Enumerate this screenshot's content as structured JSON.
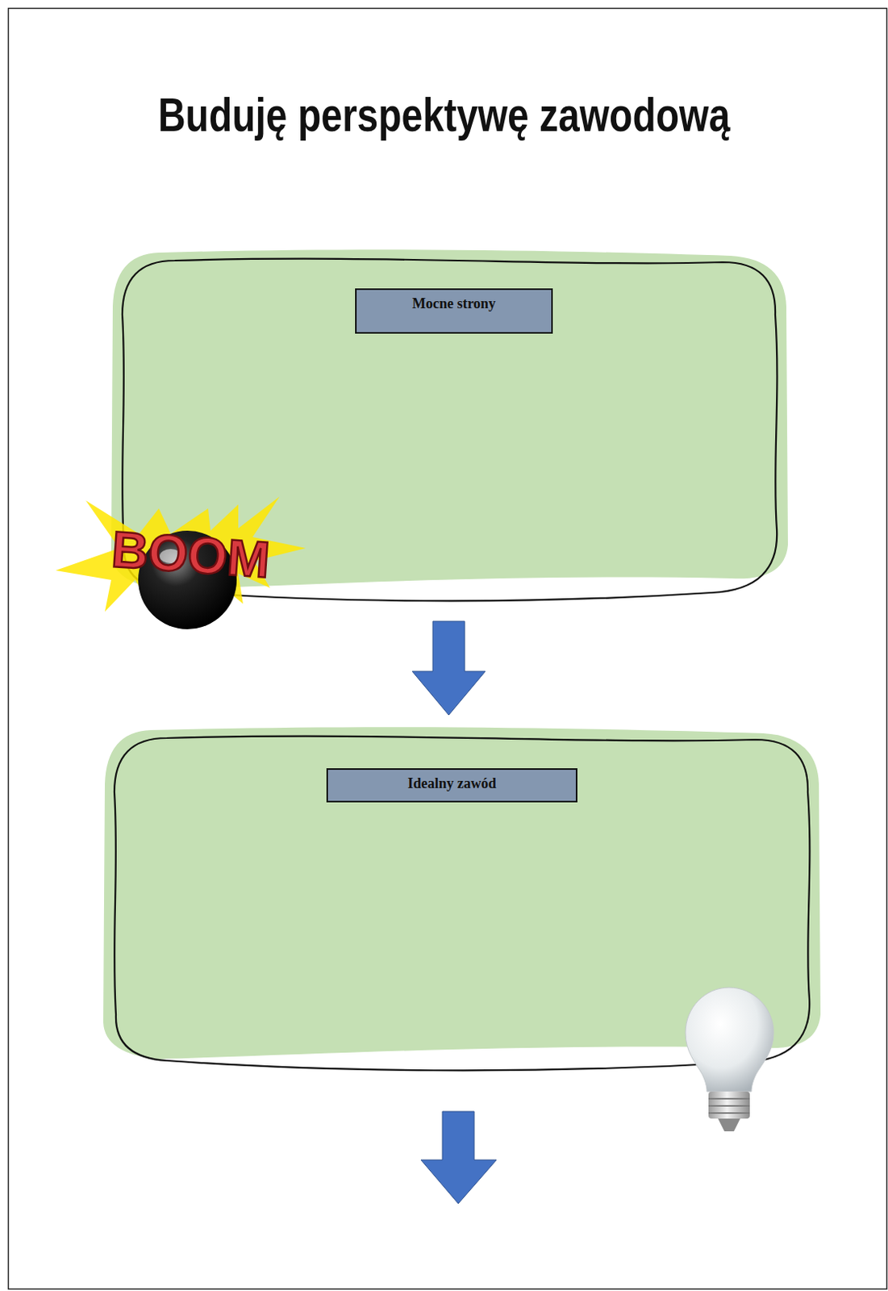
{
  "diagram": {
    "title": "Buduję perspektywę zawodową",
    "nodes": [
      {
        "text": [
          "Mocne strony"
        ]
      },
      {
        "text": [
          "Idealny zawód"
        ]
      }
    ],
    "edges": [
      {
        "from": 0,
        "to": 1,
        "arrow": "to"
      }
    ],
    "labels": [
      "BOOM"
    ]
  }
}
